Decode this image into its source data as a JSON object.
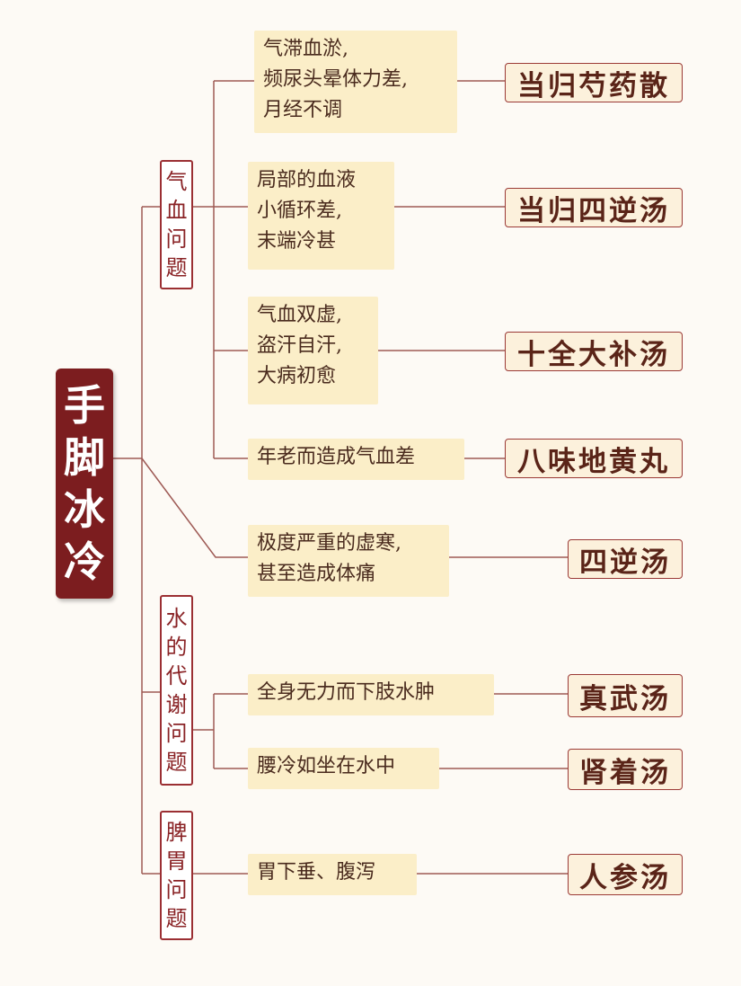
{
  "root": {
    "chars": [
      "手",
      "脚",
      "冰",
      "冷"
    ]
  },
  "categories": [
    {
      "chars": [
        "气",
        "血",
        "问",
        "题"
      ]
    },
    {
      "chars": [
        "水",
        "的",
        "代",
        "谢",
        "问",
        "题"
      ]
    },
    {
      "chars": [
        "脾",
        "胃",
        "问",
        "题"
      ]
    }
  ],
  "items": [
    {
      "lines": [
        "气滞血淤,",
        "频尿头晕体力差,",
        "月经不调"
      ],
      "remedy": "当归芍药散"
    },
    {
      "lines": [
        "局部的血液",
        "小循环差,",
        "末端冷甚"
      ],
      "remedy": "当归四逆汤"
    },
    {
      "lines": [
        "气血双虚,",
        "盗汗自汗,",
        "大病初愈"
      ],
      "remedy": "十全大补汤"
    },
    {
      "lines": [
        "年老而造成气血差"
      ],
      "remedy": "八味地黄丸"
    },
    {
      "lines": [
        "极度严重的虚寒,",
        "甚至造成体痛"
      ],
      "remedy": "四逆汤"
    },
    {
      "lines": [
        "全身无力而下肢水肿"
      ],
      "remedy": "真武汤"
    },
    {
      "lines": [
        "腰冷如坐在水中"
      ],
      "remedy": "肾着汤"
    },
    {
      "lines": [
        "胃下垂、腹泻"
      ],
      "remedy": "人参汤"
    }
  ],
  "colors": {
    "root_bg": "#7c1d1f",
    "category_border": "#9b2f33",
    "description_bg": "#fbeec8",
    "remedy_bg": "#fcf1dc",
    "connector": "#9e5a55"
  }
}
